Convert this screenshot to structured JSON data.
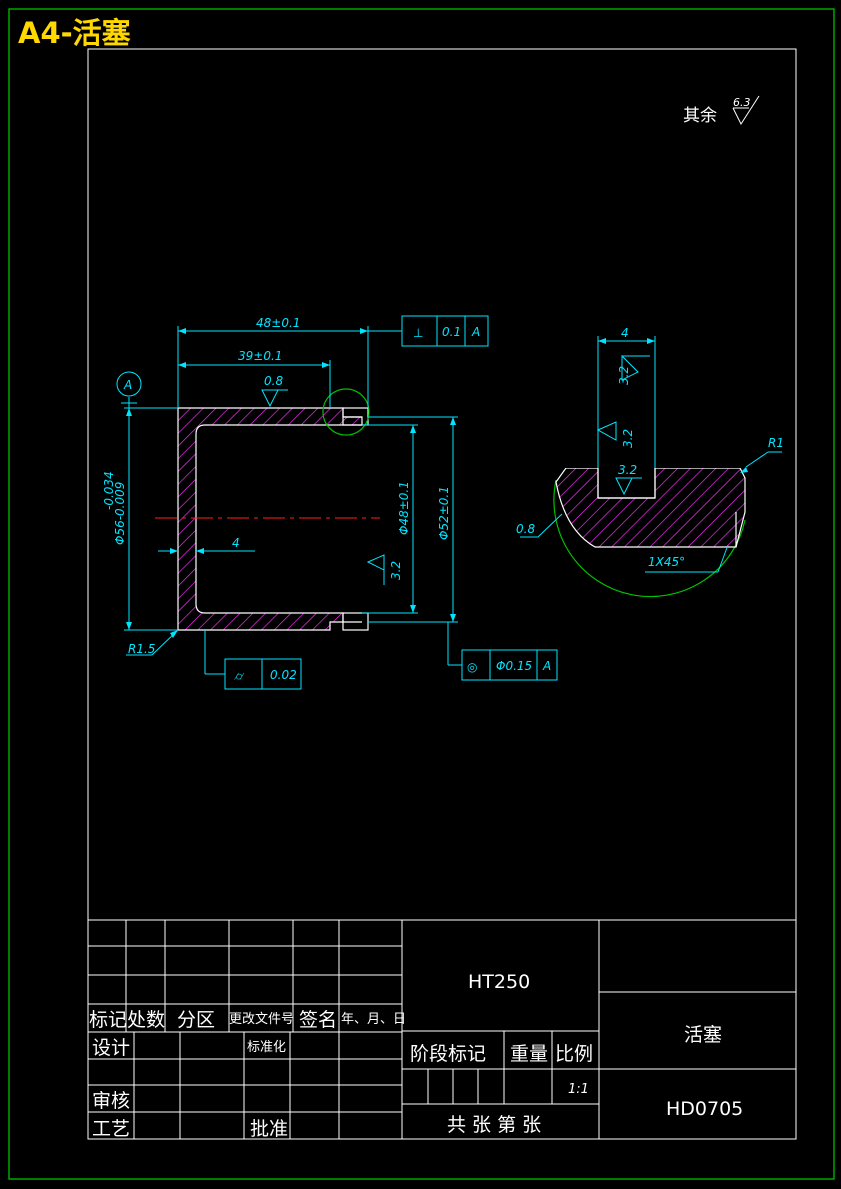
{
  "sheet": {
    "title": "A4-活塞"
  },
  "roughness_note": {
    "label": "其余",
    "value": "6.3"
  },
  "main_view": {
    "dims": {
      "overall_length": "48±0.1",
      "groove_position": "39±0.1",
      "roughness_top": "0.8",
      "outer_diameter": "Φ56-0.009",
      "outer_diameter_tol": "-0.034",
      "bore_diameter": "Φ48±0.1",
      "groove_diameter": "Φ52±0.1",
      "bore_roughness": "3.2",
      "wall_thickness": "4",
      "fillet": "R1.5"
    },
    "datum": "A",
    "perpendicularity": {
      "symbol": "⊥",
      "value": "0.1",
      "datum": "A"
    },
    "cylindricity": {
      "symbol": "⌭",
      "value": "0.02"
    },
    "coaxiality": {
      "symbol": "◎",
      "value": "Φ0.15",
      "datum": "A"
    }
  },
  "detail_view": {
    "groove_width": "4",
    "roughness_1": "3.2",
    "roughness_2": "3.2",
    "roughness_3": "3.2",
    "radius": "R1",
    "roughness_edge": "0.8",
    "chamfer": "1X45°"
  },
  "title_block": {
    "material": "HT250",
    "part_name": "活塞",
    "drawing_no": "HD0705",
    "scale": "1:1",
    "labels": {
      "mark": "标记",
      "count": "处数",
      "zone": "分区",
      "change_doc": "更改文件号",
      "sign": "签名",
      "date": "年、月、日",
      "design": "设计",
      "standardize": "标准化",
      "stage_mark": "阶段标记",
      "weight": "重量",
      "scale": "比例",
      "review": "审核",
      "process": "工艺",
      "approve": "批准",
      "sheets": "共 张 第 张"
    }
  },
  "colors": {
    "border": "#00c000",
    "lines": "#ffffff",
    "dimension": "#00e5ff",
    "hatch": "#ff33ff",
    "centerline": "#ff2020",
    "title": "#ffd800"
  }
}
